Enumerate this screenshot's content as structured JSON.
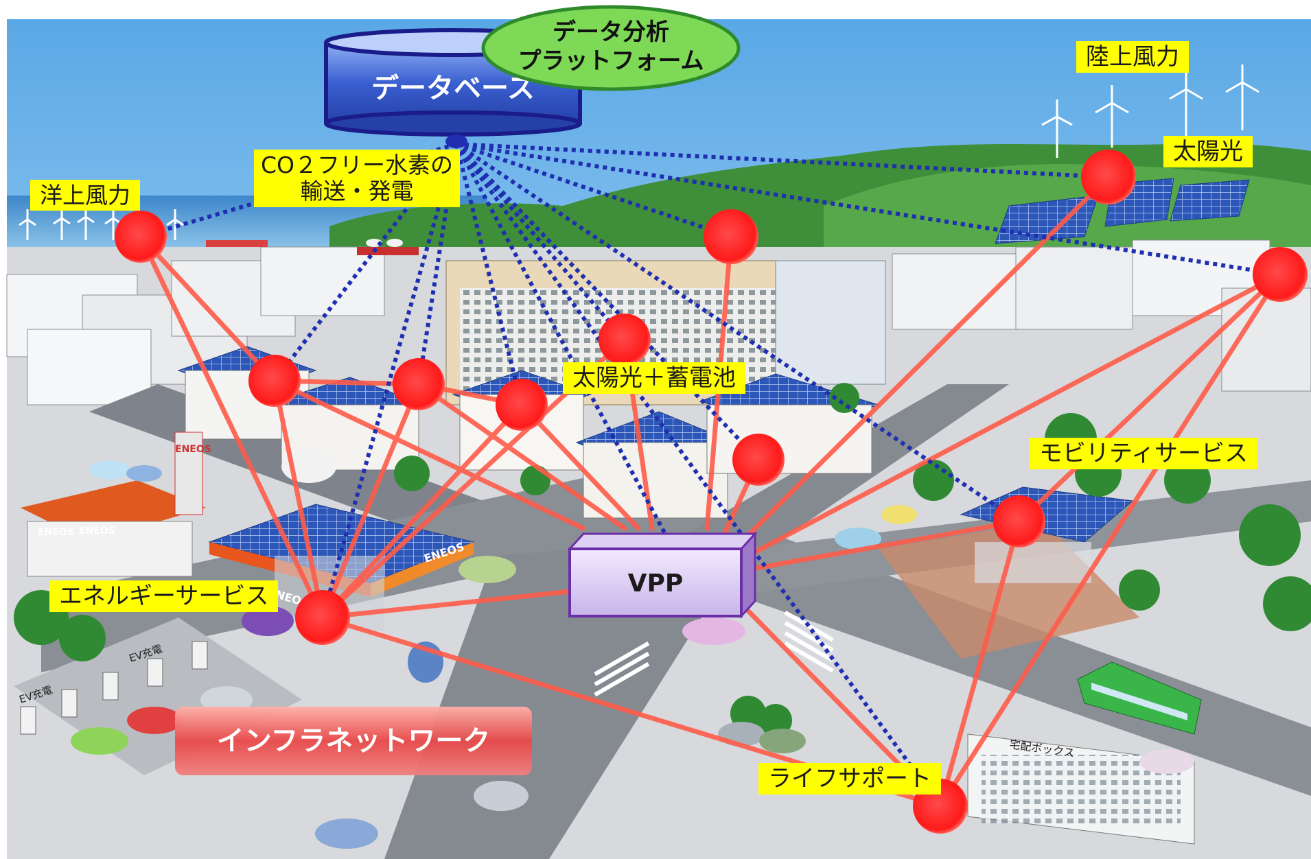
{
  "header": {
    "database_label": "データベース",
    "platform_label_line1": "データ分析",
    "platform_label_line2": "プラットフォーム"
  },
  "labels": {
    "offshore_wind": "洋上風力",
    "onshore_wind": "陸上風力",
    "solar": "太陽光",
    "hydrogen_line1": "CO２フリー水素の",
    "hydrogen_line2": "輸送・発電",
    "solar_battery": "太陽光＋蓄電池",
    "mobility": "モビリティサービス",
    "energy_service": "エネルギーサービス",
    "life_support": "ライフサポート",
    "vpp": "VPP",
    "infra_network": "インフラネットワーク"
  },
  "signage": {
    "eneos": "ENEOS",
    "ev_charge": "EV充電",
    "delivery_box": "宅配ボックス"
  },
  "colors": {
    "node_red": "#ff1a1a",
    "node_link": "#ff6a5a",
    "data_link": "#1f2fb0",
    "label_yellow": "#ffff00",
    "db_blue": "#3a5fd0",
    "platform_green": "#7ed957",
    "vpp_purple": "#7a3fb0",
    "infra_red": "#e84848"
  }
}
